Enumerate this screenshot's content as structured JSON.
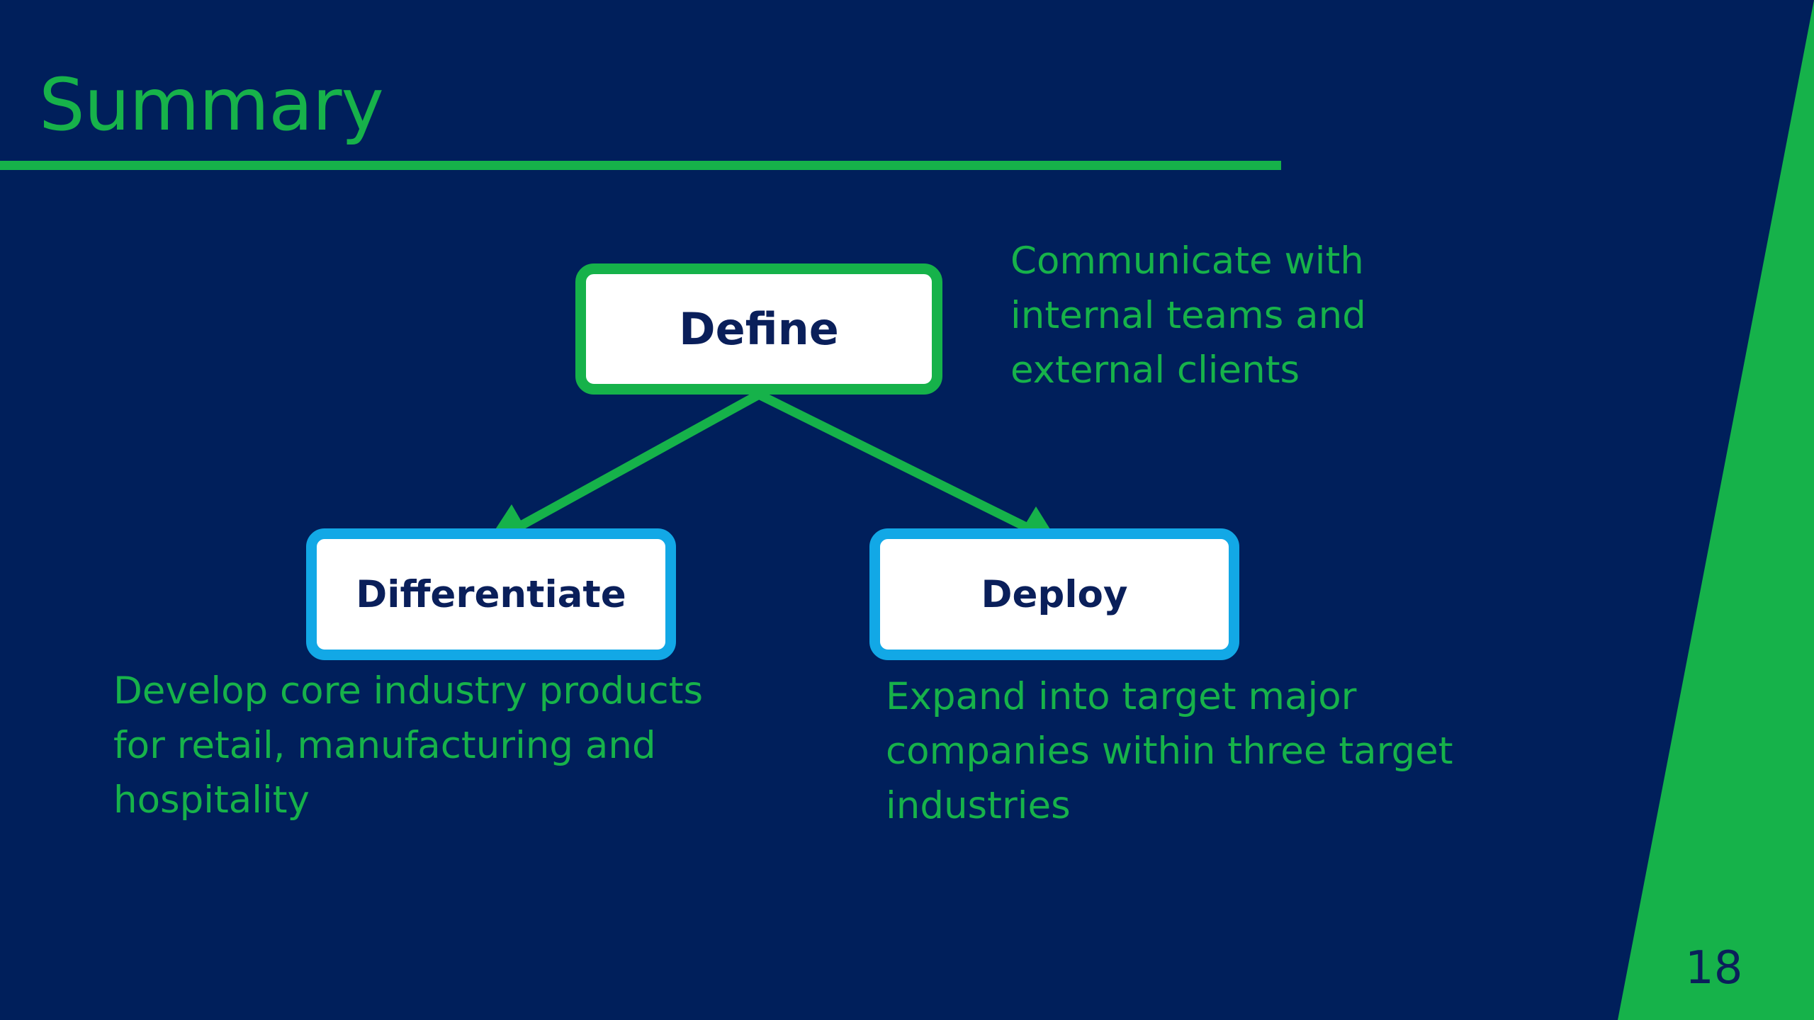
{
  "slide": {
    "title": "Summary",
    "page_number": "18"
  },
  "nodes": {
    "define": {
      "label": "Define",
      "description": [
        "Communicate with",
        "internal teams and",
        "external clients"
      ]
    },
    "differentiate": {
      "label": "Differentiate",
      "description": [
        "Develop core industry products",
        "for retail, manufacturing and",
        "hospitality"
      ]
    },
    "deploy": {
      "label": "Deploy",
      "description": [
        "Expand into target major",
        "companies within three target",
        "industries"
      ]
    }
  },
  "colors": {
    "background": "#001f5b",
    "accent_green": "#16b24a",
    "accent_blue": "#12a8e6",
    "node_text": "#0a1f5a"
  }
}
